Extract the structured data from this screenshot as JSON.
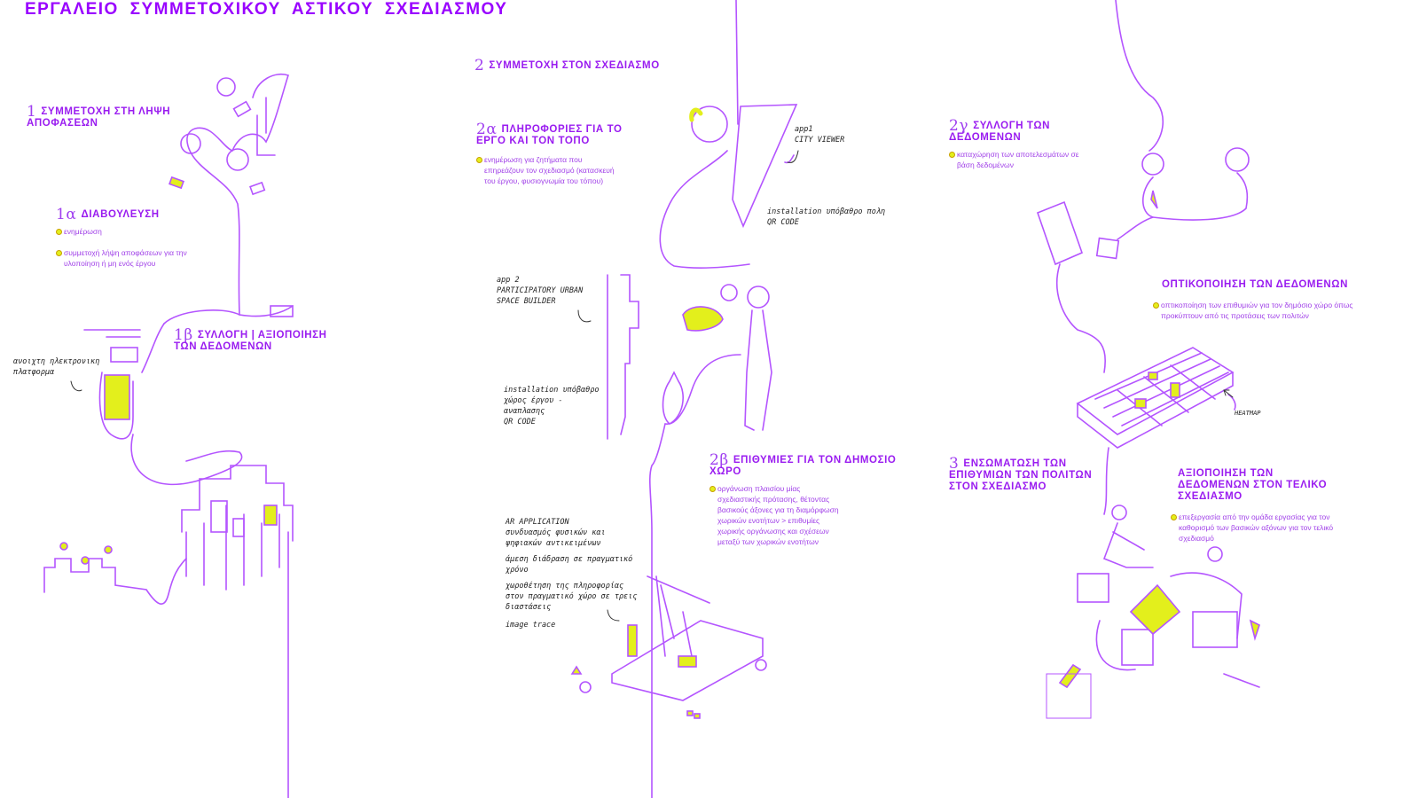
{
  "title": "ΕΡΓΑΛΕΙΟ ΣΥΜΜΕΤΟΧΙΚΟΥ ΑΣΤΙΚΟΥ ΣΧΕΔΙΑΣΜΟΥ",
  "colors": {
    "accent": "#9900ff",
    "line": "#b455ff",
    "highlight": "#e3ef1c"
  },
  "s1": {
    "num": "1",
    "title": "ΣΥΜΜΕΤΟΧΗ ΣΤΗ ΛΗΨΗ ΑΠΟΦΑΣΕΩΝ"
  },
  "s1a": {
    "num": "1α",
    "title": "ΔΙΑΒΟΥΛΕΥΣΗ",
    "bullets": [
      "ενημέρωση",
      "συμμετοχή λήψη αποφάσεων για την υλοποίηση ή μη ενός έργου"
    ]
  },
  "s1b": {
    "num": "1β",
    "title": "ΣΥΛΛΟΓΗ | ΑΞΙΟΠΟΙΗΣΗ ΤΩΝ ΔΕΔΟΜΕΝΩΝ",
    "note": "ανοιχτη ηλεκτρονικη πλατφορμα"
  },
  "s2": {
    "num": "2",
    "title": "ΣΥΜΜΕΤΟΧΗ ΣΤΟΝ ΣΧΕΔΙΑΣΜΟ"
  },
  "s2a": {
    "num": "2α",
    "title": "ΠΛΗΡΟΦΟΡΙΕΣ ΓΙΑ ΤΟ ΕΡΓΟ ΚΑΙ ΤΟΝ ΤΟΠΟ",
    "bullets": [
      "ενημέρωση για ζητήματα που επηρεάζουν τον σχεδιασμό (κατασκευή του έργου, φυσιογνωμία του τόπου)"
    ]
  },
  "app1": {
    "name": "app1",
    "sub": "CITY VIEWER",
    "install": "installation υπόβαθρο πολη",
    "qr": "QR CODE"
  },
  "app2": {
    "name": "app 2",
    "sub": "PARTICIPATORY URBAN SPACE BUILDER",
    "install": "installation υπόβαθρο χώρος έργου - αναπλασης",
    "qr": "QR CODE"
  },
  "s2b": {
    "num": "2β",
    "title": "ΕΠΙΘΥΜΙΕΣ ΓΙΑ ΤΟΝ ΔΗΜΟΣΙΟ ΧΩΡΟ",
    "bullets": [
      "οργάνωση πλαισίου μίας σχεδιαστικής πρότασης, θέτοντας βασικούς άξονες για τη διαμόρφωση χωρικών ενοτήτων > επιθυμίες χωρικής οργάνωσης και σχέσεων μεταξύ των χωρικών ενοτήτων"
    ]
  },
  "ar": {
    "title": "AR APPLICATION",
    "l1": "συνδυασμός φυσικών και ψηφιακών αντικειμένων",
    "l2": "άμεση διάδραση σε πραγματικό χρόνο",
    "l3": "χωροθέτηση της πληροφορίας στον πραγματικό χώρο σε τρεις διαστάσεις",
    "l4": "image trace"
  },
  "s2c": {
    "num": "2γ",
    "title": "ΣΥΛΛΟΓΗ ΤΩΝ ΔΕΔΟΜΕΝΩΝ",
    "bullets": [
      "καταχώρηση των αποτελεσμάτων σε βάση δεδομένων"
    ]
  },
  "viz": {
    "title": "ΟΠΤΙΚΟΠΟΙΗΣΗ ΤΩΝ ΔΕΔΟΜΕΝΩΝ",
    "bullets": [
      "οπτικοποίηση των επιθυμιών για τον δημόσιο χώρο όπως προκύπτουν από τις προτάσεις των πολιτών"
    ],
    "heatmap": "HEATMAP"
  },
  "s3": {
    "num": "3",
    "title": "ΕΝΣΩΜΑΤΩΣΗ ΤΩΝ ΕΠΙΘΥΜΙΩΝ ΤΩΝ ΠΟΛΙΤΩΝ ΣΤΟΝ ΣΧΕΔΙΑΣΜΟ"
  },
  "final": {
    "title": "ΑΞΙΟΠΟΙΗΣΗ ΤΩΝ ΔΕΔΟΜΕΝΩΝ ΣΤΟΝ ΤΕΛΙΚΟ ΣΧΕΔΙΑΣΜΟ",
    "bullets": [
      "επεξεργασία από την ομάδα εργασίας για τον καθορισμό των βασικών αξόνων για τον τελικό σχεδιασμό"
    ]
  }
}
